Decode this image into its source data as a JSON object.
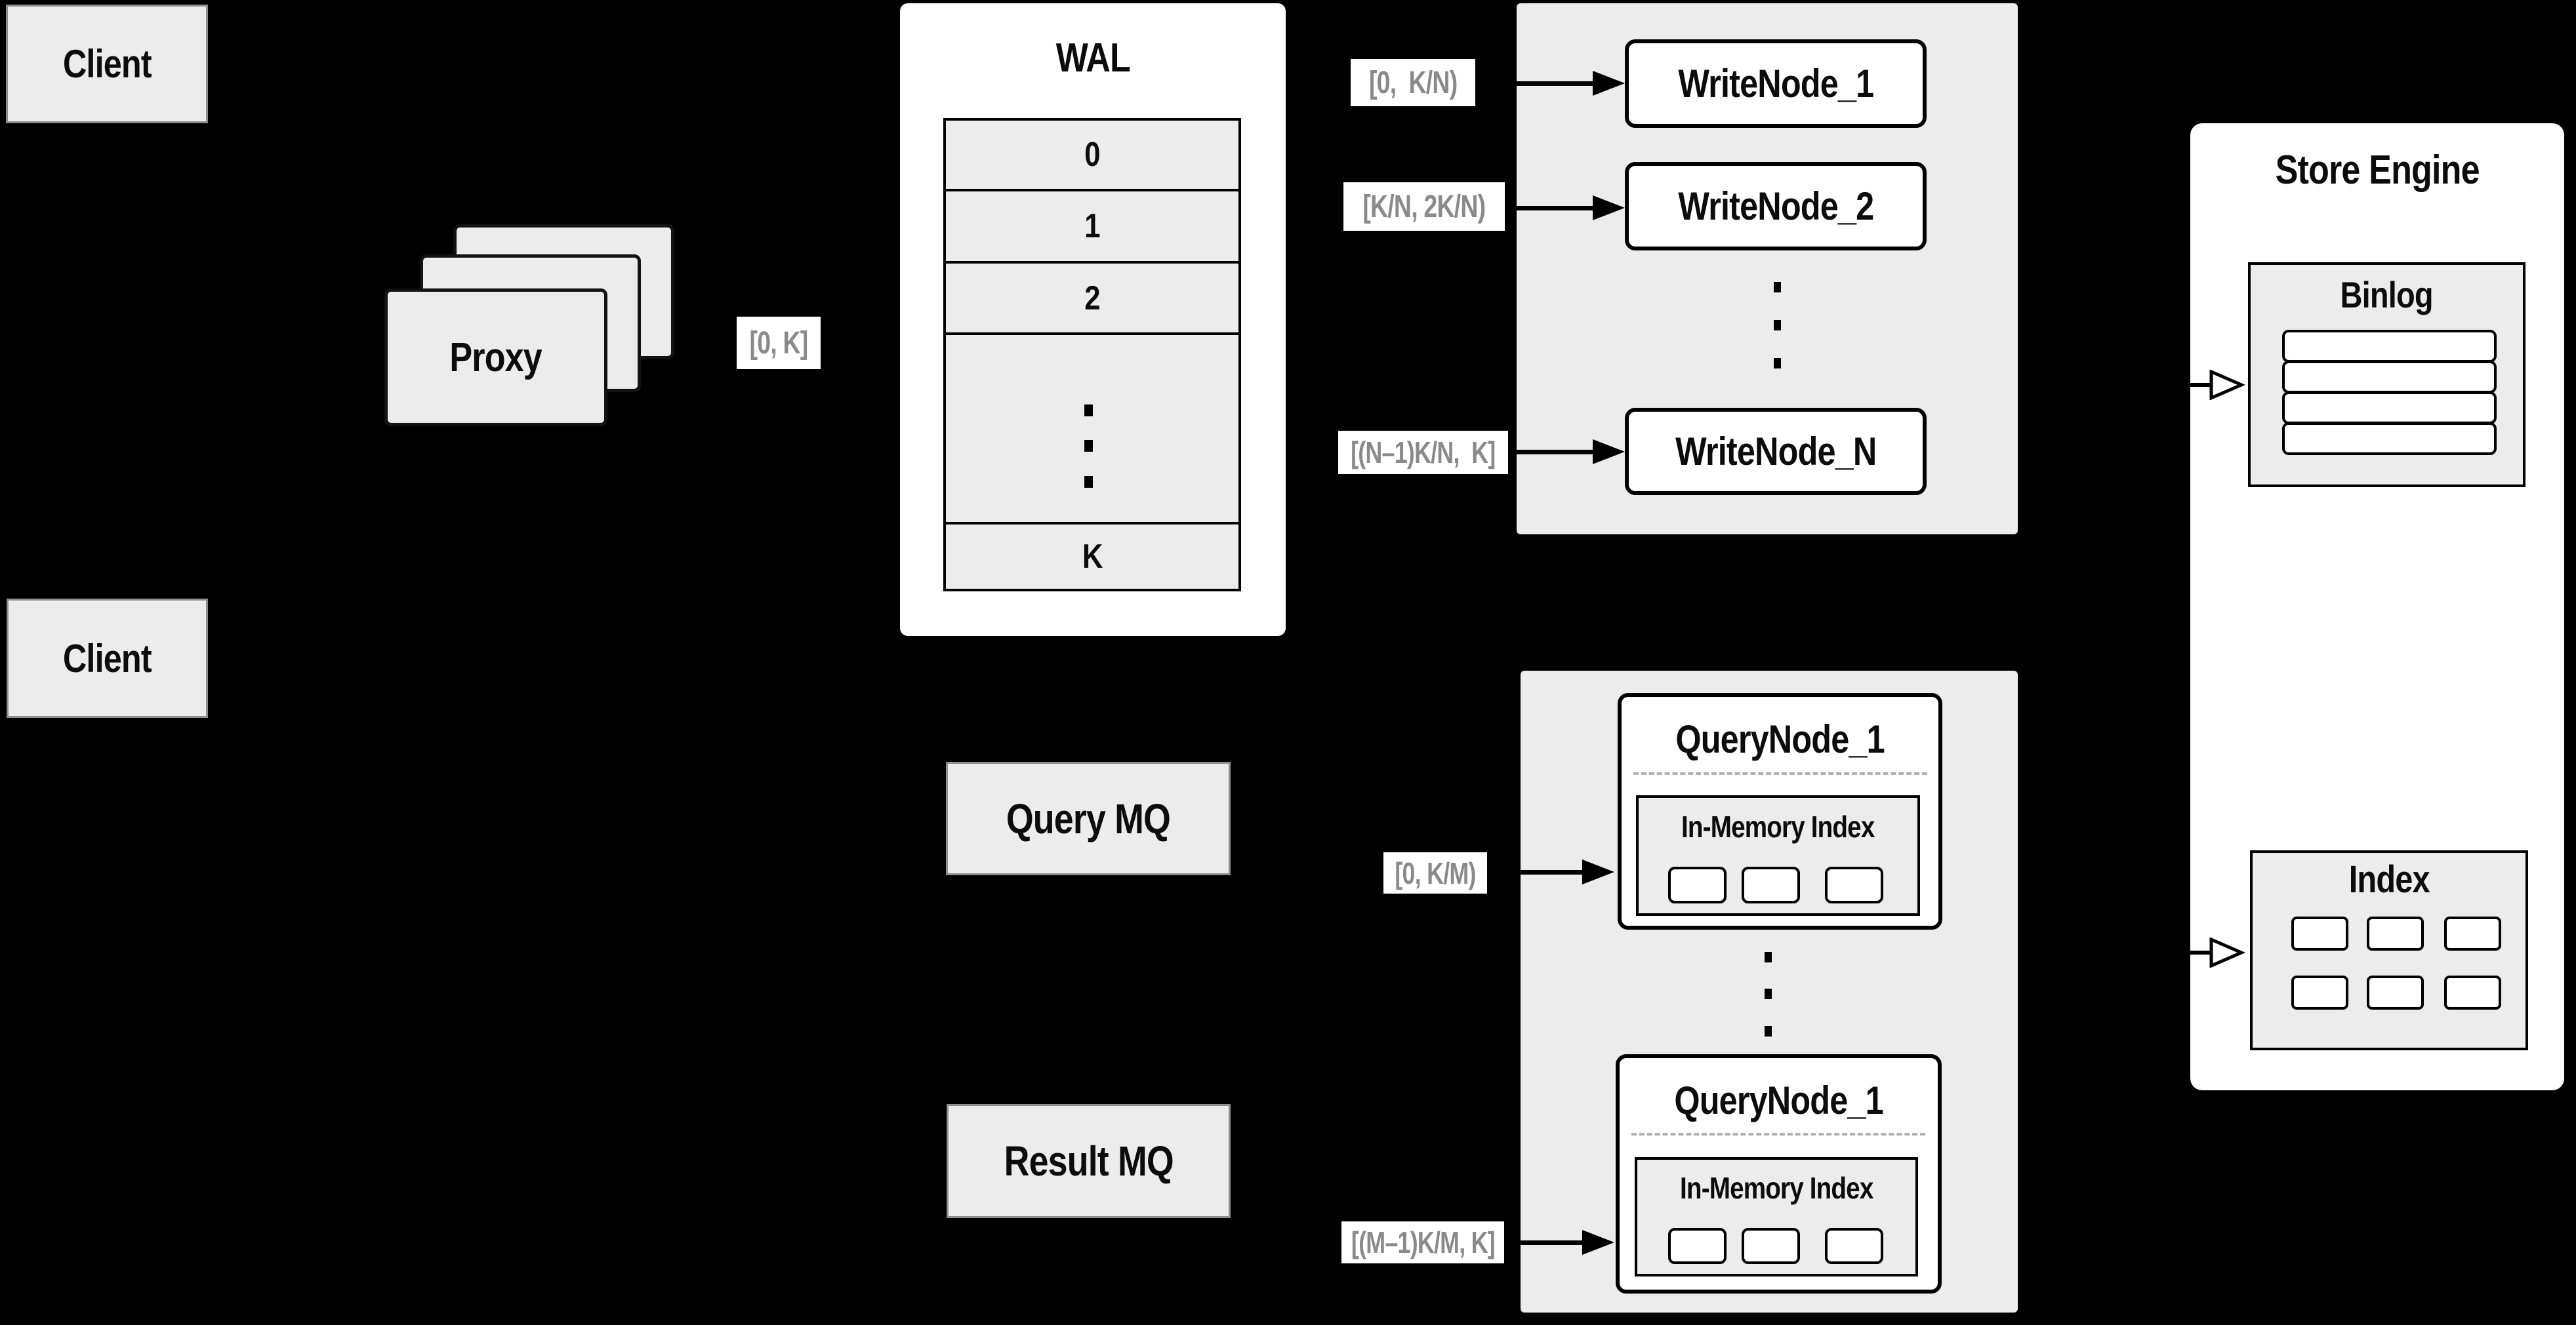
{
  "diagram": {
    "clients": {
      "top": "Client",
      "bottom": "Client"
    },
    "proxy": {
      "label": "Proxy"
    },
    "wal": {
      "title": "WAL",
      "segments": [
        "0",
        "1",
        "2"
      ],
      "last_segment": "K"
    },
    "range_labels": {
      "proxy_to_wal": "[0, K]",
      "write_node_1": "[0,  K/N)",
      "write_node_2": "[K/N, 2K/N)",
      "write_node_n": "[(N–1)K/N,  K]",
      "query_node_first": "[0, K/M)",
      "query_node_last": "[(M–1)K/M, K]"
    },
    "write_nodes": {
      "node_1": "WriteNode_1",
      "node_2": "WriteNode_2",
      "node_n": "WriteNode_N"
    },
    "message_queues": {
      "query": "Query MQ",
      "result": "Result MQ"
    },
    "query_nodes": {
      "top": {
        "title": "QueryNode_1",
        "index_label": "In-Memory Index"
      },
      "bottom": {
        "title": "QueryNode_1",
        "index_label": "In-Memory Index"
      }
    },
    "store_engine": {
      "title": "Store Engine",
      "binlog_title": "Binlog",
      "index_title": "Index"
    },
    "colors": {
      "background": "#000000",
      "panel_gray": "#ececec",
      "box_white": "#ffffff",
      "line_black": "#000000",
      "muted_label": "#8a8a8a"
    }
  }
}
